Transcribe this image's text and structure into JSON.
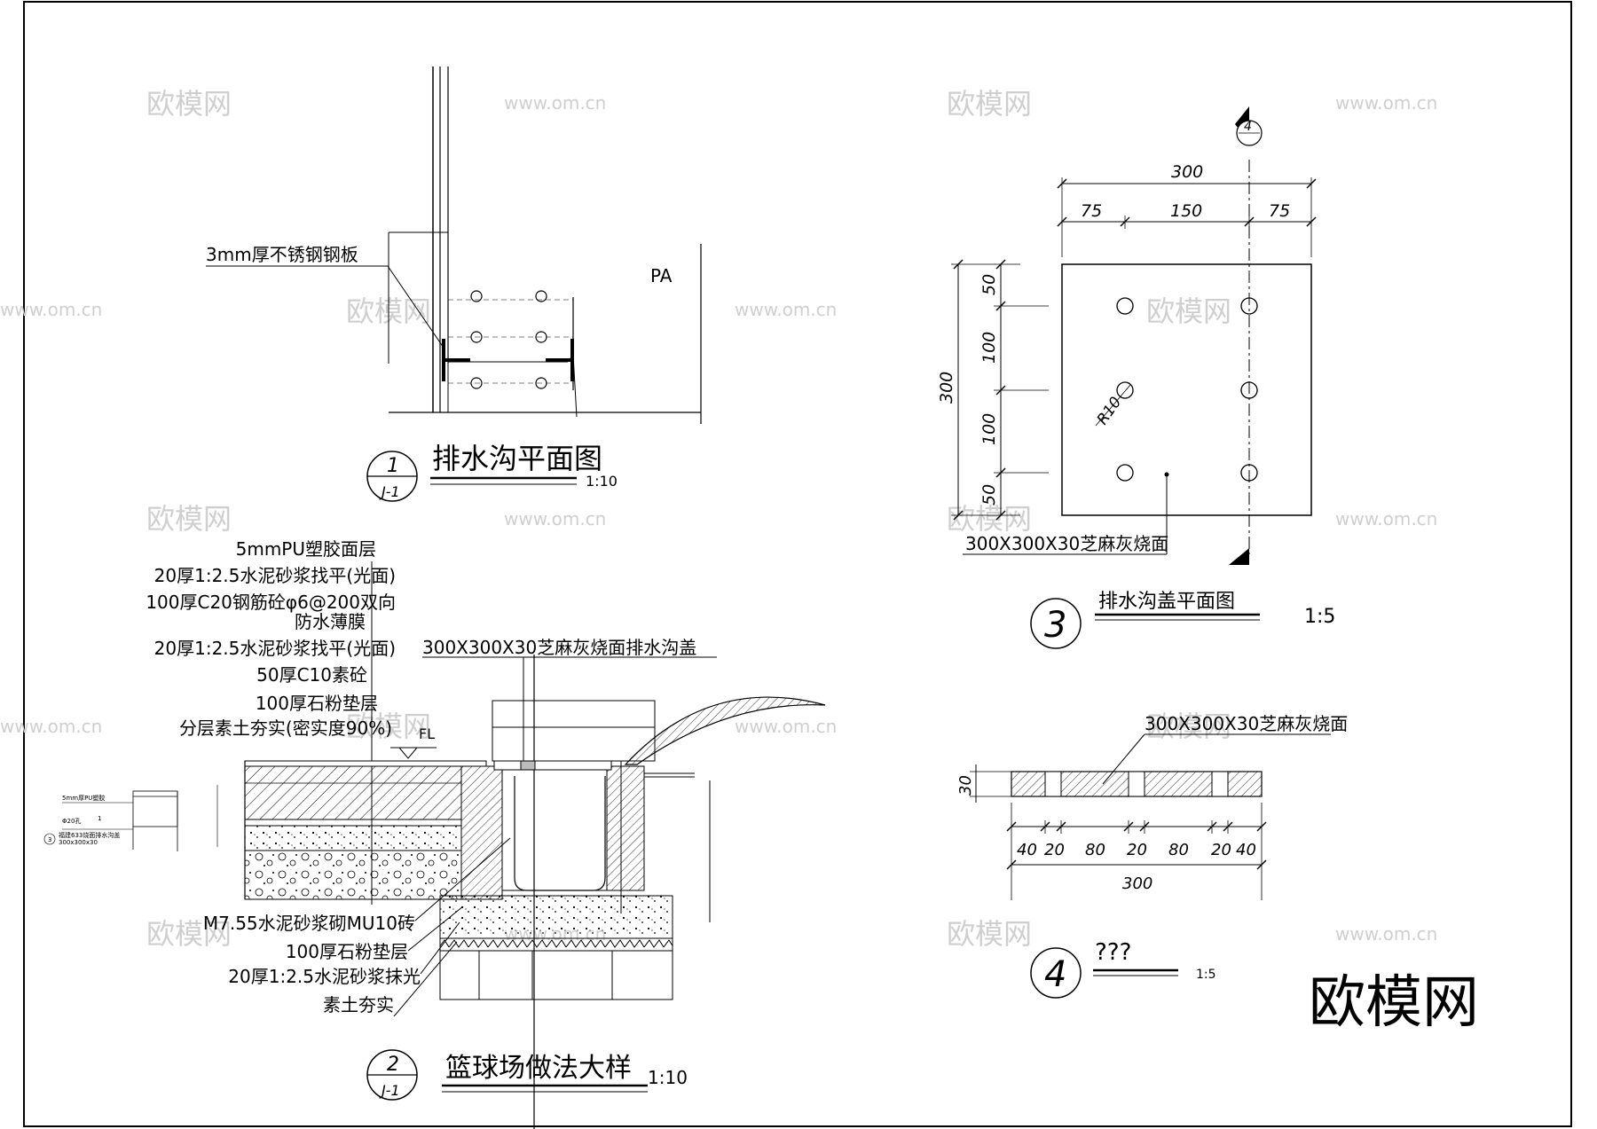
{
  "watermark": {
    "brand": "欧模网",
    "url": "www.om.cn"
  },
  "brand_logo": "欧模网",
  "drawing1": {
    "plate_label": "3mm厚不锈钢钢板",
    "pa": "PA",
    "title": "排水沟平面图",
    "scale": "1:10",
    "symbol_num": "1",
    "symbol_ref": "J-1"
  },
  "drawing2": {
    "layers_top": [
      "5mmPU塑胶面层",
      "20厚1:2.5水泥砂浆找平(光面)",
      "100厚C20钢筋砼φ6@200双向",
      "防水薄膜",
      "20厚1:2.5水泥砂浆找平(光面)",
      "50厚C10素砼",
      "100厚石粉垫层",
      "分层素土夯实(密实度90%)"
    ],
    "cover_label": "300X300X30芝麻灰烧面排水沟盖",
    "fl": "FL",
    "layers_bottom": [
      "M7.55水泥砂浆砌MU10砖",
      "100厚石粉垫层",
      "20厚1:2.5水泥砂浆抹光",
      "素土夯实"
    ],
    "title": "篮球场做法大样",
    "scale": "1:10",
    "symbol_num": "2",
    "symbol_ref": "J-1",
    "mini": {
      "l1": "5mm厚PU塑胶",
      "l2": "Φ20孔",
      "l3": "福建633烧面排水沟盖",
      "l4": "300x300x30",
      "n": "1",
      "c": "3"
    }
  },
  "drawing3": {
    "dim_total_top": "300",
    "dim_top": [
      "75",
      "150",
      "75"
    ],
    "dim_total_left": "300",
    "dim_left": [
      "50",
      "100",
      "100",
      "50"
    ],
    "radius": "R10",
    "material": "300X300X30芝麻灰烧面",
    "title": "排水沟盖平面图",
    "scale": "1:5",
    "symbol_num": "3",
    "section_num": "4"
  },
  "drawing4": {
    "material": "300X300X30芝麻灰烧面",
    "dim_height": "30",
    "dims": [
      "40",
      "20",
      "80",
      "20",
      "80",
      "20",
      "40"
    ],
    "dim_total": "300",
    "title": "???",
    "scale": "1:5",
    "symbol_num": "4"
  }
}
